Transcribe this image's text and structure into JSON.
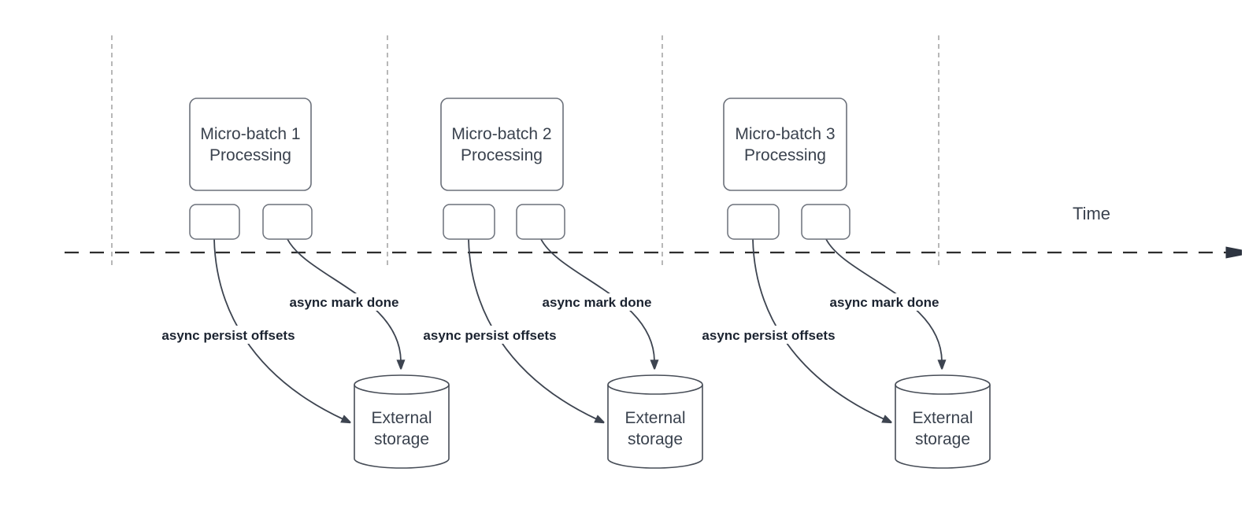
{
  "diagram": {
    "time_label": "Time",
    "batches": [
      {
        "title_line1": "Micro-batch 1",
        "title_line2": "Processing",
        "persist_label": "async persist offsets",
        "done_label": "async mark done",
        "storage": {
          "line1": "External",
          "line2": "storage"
        }
      },
      {
        "title_line1": "Micro-batch 2",
        "title_line2": "Processing",
        "persist_label": "async persist offsets",
        "done_label": "async mark done",
        "storage": {
          "line1": "External",
          "line2": "storage"
        }
      },
      {
        "title_line1": "Micro-batch 3",
        "title_line2": "Processing",
        "persist_label": "async persist offsets",
        "done_label": "async mark done",
        "storage": {
          "line1": "External",
          "line2": "storage"
        }
      }
    ],
    "colors": {
      "arrow_stroke": "#3d4450",
      "box_stroke": "#6b707a",
      "cylinder_stroke": "#474d57",
      "guide_line": "#a6a6a6",
      "timeline": "#2d2d2d",
      "text": "#3a424e",
      "label_text": "#1b2330",
      "background": "#ffffff"
    }
  }
}
